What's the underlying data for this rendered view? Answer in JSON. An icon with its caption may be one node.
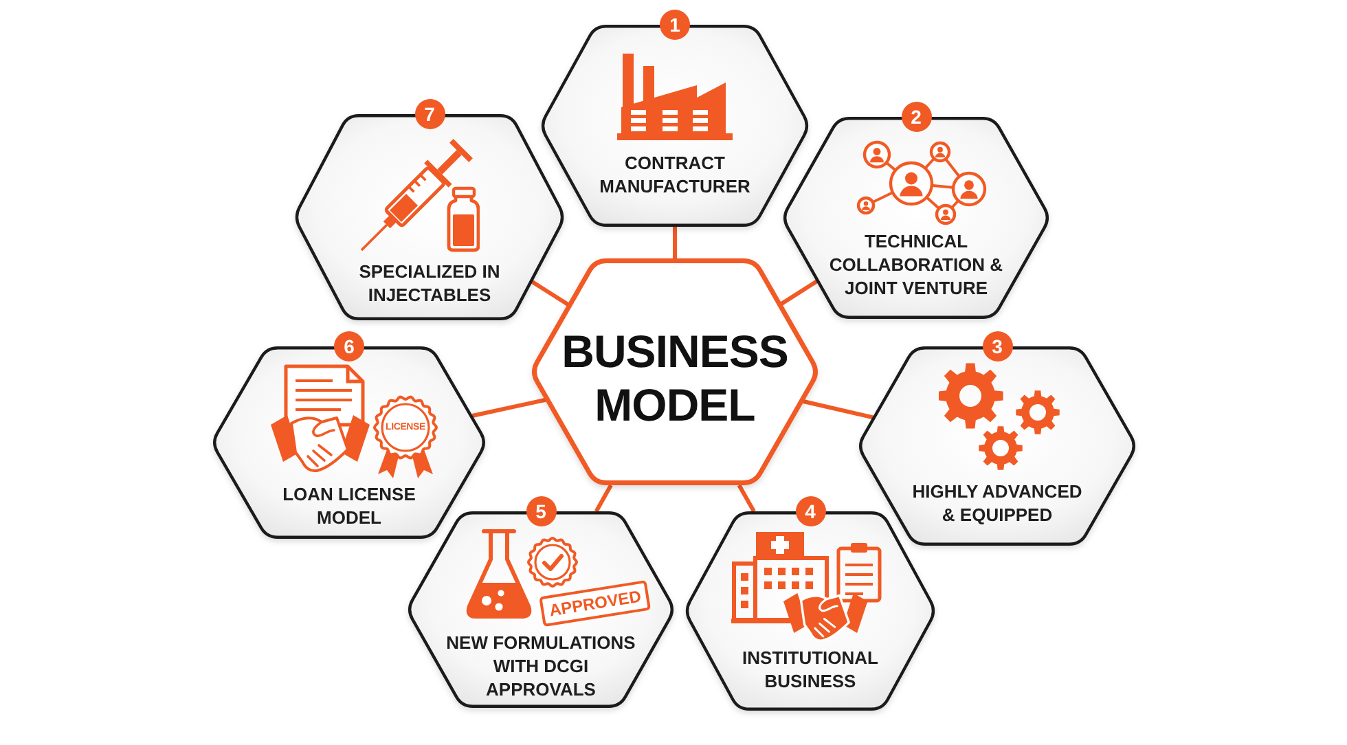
{
  "diagram": {
    "nodes": [
      {
        "text": [
          "BUSINESS MODEL"
        ]
      },
      {
        "text": [
          "1",
          "CONTRACT MANUFACTURER"
        ]
      },
      {
        "text": [
          "2",
          "TECHNICAL COLLABORATION & JOINT VENTURE"
        ]
      },
      {
        "text": [
          "3",
          "HIGHLY ADVANCED & EQUIPPED"
        ]
      },
      {
        "text": [
          "4",
          "INSTITUTIONAL BUSINESS"
        ]
      },
      {
        "text": [
          "5",
          "APPROVED",
          "NEW FORMULATIONS WITH DCGI APPROVALS"
        ]
      },
      {
        "text": [
          "6",
          "LICENSE",
          "LOAN LICENSE MODEL"
        ]
      },
      {
        "text": [
          "7",
          "SPECIALIZED IN INJECTABLES"
        ]
      }
    ],
    "edges": [
      {
        "from": 0,
        "to": 1,
        "arrow": "none"
      },
      {
        "from": 0,
        "to": 2,
        "arrow": "none"
      },
      {
        "from": 0,
        "to": 3,
        "arrow": "none"
      },
      {
        "from": 0,
        "to": 4,
        "arrow": "none"
      },
      {
        "from": 0,
        "to": 5,
        "arrow": "none"
      },
      {
        "from": 0,
        "to": 6,
        "arrow": "none"
      },
      {
        "from": 0,
        "to": 7,
        "arrow": "none"
      }
    ]
  }
}
